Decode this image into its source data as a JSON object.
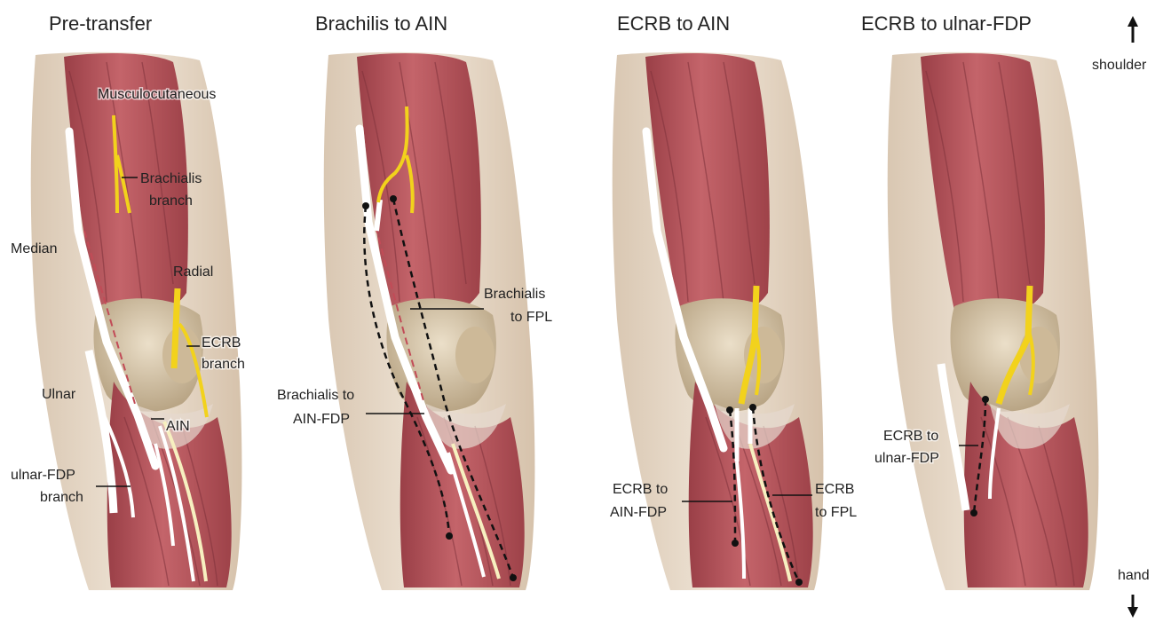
{
  "panels": [
    {
      "title": "Pre-transfer",
      "labels": {
        "musculocutaneous": "Musculocutaneous",
        "brachialis_branch": [
          "Brachialis",
          "branch"
        ],
        "median": "Median",
        "radial": "Radial",
        "ecrb_branch": [
          "ECRB",
          "branch"
        ],
        "ulnar": "Ulnar",
        "ain": "AIN",
        "ulnar_fdp_branch": [
          "ulnar-FDP",
          "branch"
        ]
      }
    },
    {
      "title": "Brachilis to AIN",
      "labels": {
        "brachialis_to_fpl": [
          "Brachialis",
          "to FPL"
        ],
        "brachialis_to_ain_fdp": [
          "Brachialis to",
          "AIN-FDP"
        ]
      }
    },
    {
      "title": "ECRB to AIN",
      "labels": {
        "ecrb_to_ain_fdp": [
          "ECRB to",
          "AIN-FDP"
        ],
        "ecrb_to_fpl": [
          "ECRB",
          "to FPL"
        ]
      }
    },
    {
      "title": "ECRB to ulnar-FDP",
      "labels": {
        "ecrb_to_ulnar_fdp": [
          "ECRB to",
          "ulnar-FDP"
        ]
      }
    }
  ],
  "orientation": {
    "top": "shoulder",
    "bottom": "hand"
  },
  "colors": {
    "skin": "#e9dccb",
    "muscle": "#b9545a",
    "muscle_dark": "#8e3a42",
    "bone": "#d8c6a8",
    "nerve_yellow": "#f2d21c",
    "nerve_white": "#ffffff",
    "transfer_line": "#111111"
  }
}
